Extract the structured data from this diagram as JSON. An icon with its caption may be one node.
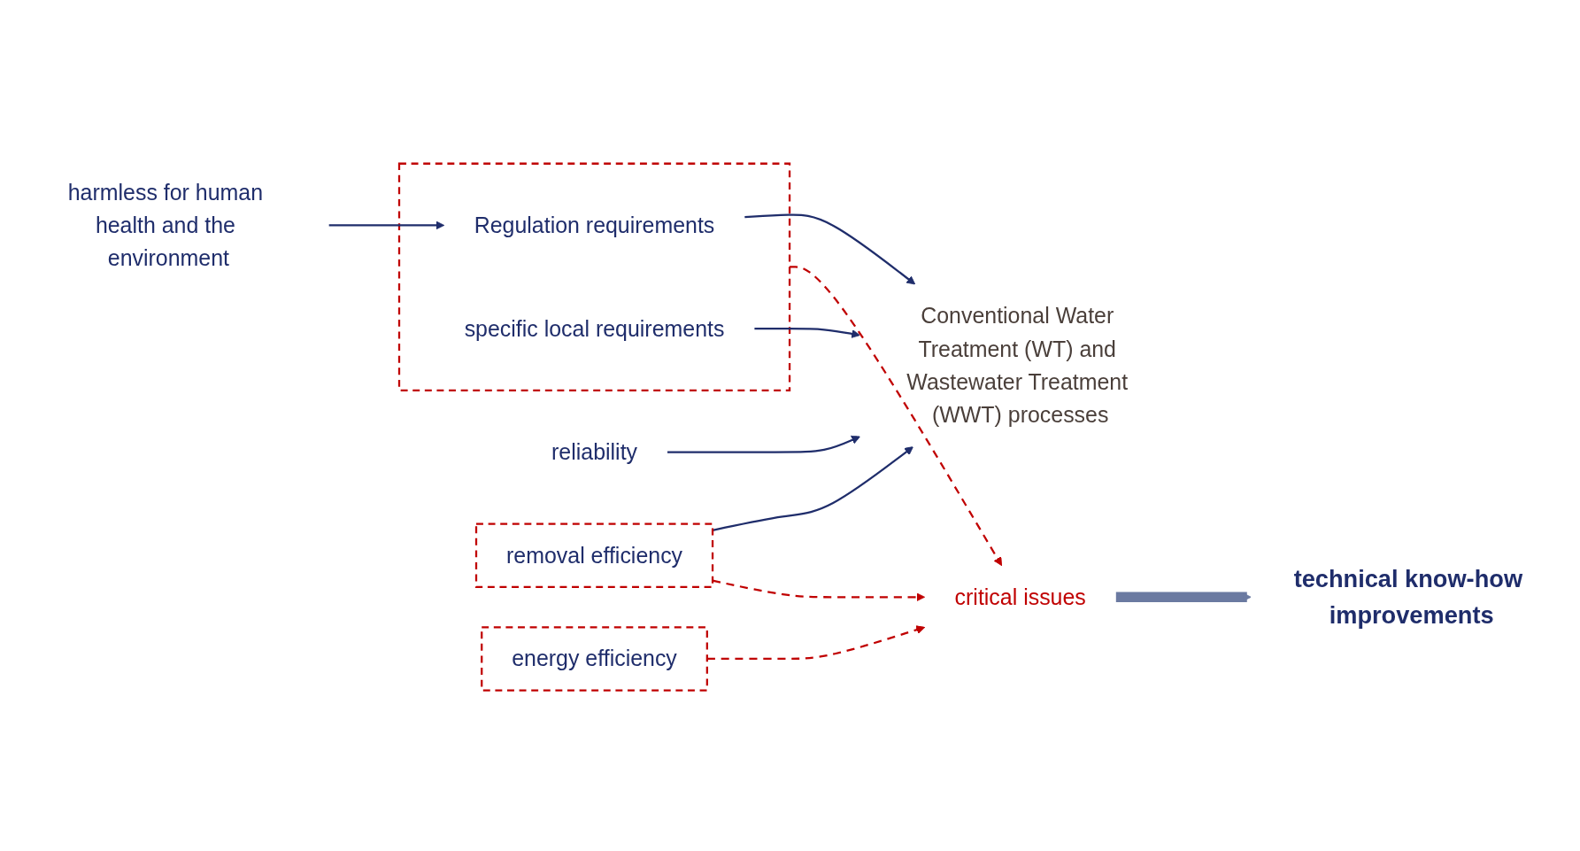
{
  "diagram": {
    "nodes": [
      {
        "text": [
          "reliability"
        ]
      },
      {
        "text": [
          "removal efficiency"
        ]
      },
      {
        "text": [
          "energy efficiency"
        ]
      },
      {
        "text": [
          "Conventional Water Treatment (WT) and Wastewater Treatment (WWT) processes"
        ]
      },
      {
        "text": [
          "critical issues"
        ]
      },
      {
        "text": [
          "technical know-how improvements"
        ]
      },
      {
        "text": [],
        "shape": "box"
      },
      {
        "text": [
          "Regulation requirements"
        ],
        "in": 6
      },
      {
        "text": [
          "specific local requirements"
        ],
        "in": 6
      },
      {
        "text": [
          "harmless for human health and the environment"
        ]
      }
    ],
    "edges": [
      {
        "from": 0,
        "to": 3,
        "arrow": "to"
      },
      {
        "from": 1,
        "to": 3,
        "arrow": "to"
      },
      {
        "from": 1,
        "to": 4,
        "arrow": "to",
        "style": "dashed",
        "color": "#c00000"
      },
      {
        "from": 2,
        "to": 4,
        "arrow": "to",
        "style": "dashed",
        "color": "#c00000"
      },
      {
        "from": 4,
        "to": 5,
        "arrow": "to",
        "style": "thick",
        "color": "#6b7aa1"
      },
      {
        "from": 7,
        "to": 3,
        "arrow": "to"
      },
      {
        "from": 8,
        "to": 3,
        "arrow": "to"
      },
      {
        "from": 6,
        "to": 4,
        "arrow": "to",
        "style": "dashed",
        "color": "#c00000"
      },
      {
        "from": 9,
        "to": 7,
        "arrow": "to"
      }
    ]
  }
}
